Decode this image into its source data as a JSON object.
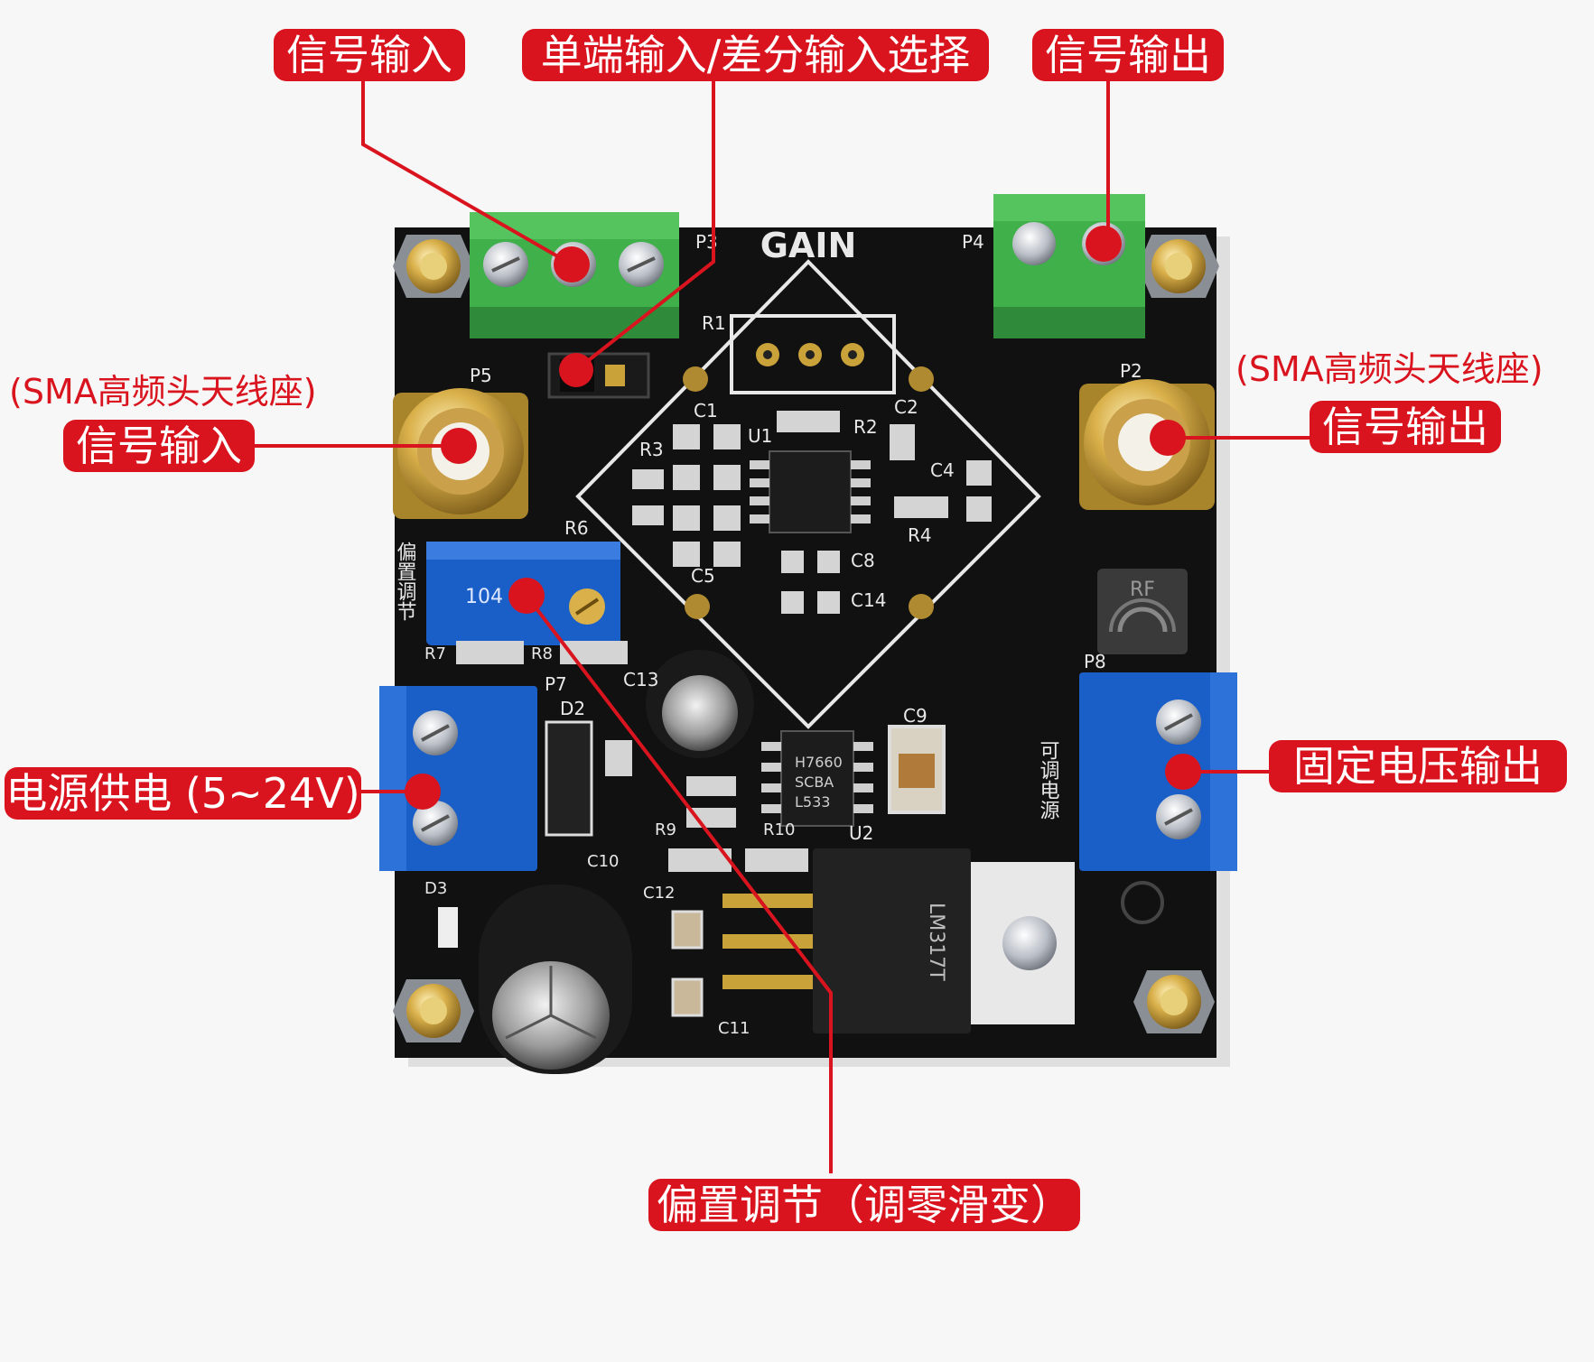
{
  "labels": {
    "signal_input_top": "信号输入",
    "single_diff_select": "单端输入/差分输入选择",
    "signal_output_top": "信号输出",
    "sma_note_left": "(SMA高频头天线座)",
    "signal_input_left": "信号输入",
    "sma_note_right": "(SMA高频头天线座)",
    "signal_output_right": "信号输出",
    "power_supply": "电源供电 (5~24V)",
    "fixed_voltage_output": "固定电压输出",
    "bias_adjust": "偏置调节（调零滑变）"
  },
  "board_silkscreen": {
    "gain": "GAIN",
    "p3": "P3",
    "p4": "P4",
    "p5": "P5",
    "p2": "P2",
    "p7": "P7",
    "p8": "P8",
    "r1": "R1",
    "r2": "R2",
    "r3": "R3",
    "r4": "R4",
    "r6": "R6",
    "r7": "R7",
    "r8": "R8",
    "r9": "R9",
    "r10": "R10",
    "c1": "C1",
    "c2": "C2",
    "c4": "C4",
    "c5": "C5",
    "c8": "C8",
    "c9": "C9",
    "c10": "C10",
    "c11": "C11",
    "c12": "C12",
    "c13": "C13",
    "c14": "C14",
    "u1": "U1",
    "u2": "U2",
    "d2": "D2",
    "d3": "D3",
    "rf_logo": "RF",
    "pot_code": "104",
    "regulator_text": "LM317T",
    "chip_text_1": "H7660",
    "chip_text_2": "SCBA",
    "chip_text_3": "L533",
    "side_text_left": "偏置调节",
    "side_text_right": "可调电源"
  },
  "colors": {
    "accent_red": "#d9141e",
    "pcb_black": "#111111",
    "terminal_green": "#3fb04a",
    "terminal_blue": "#1a5fc8",
    "gold": "#c9a23a"
  }
}
